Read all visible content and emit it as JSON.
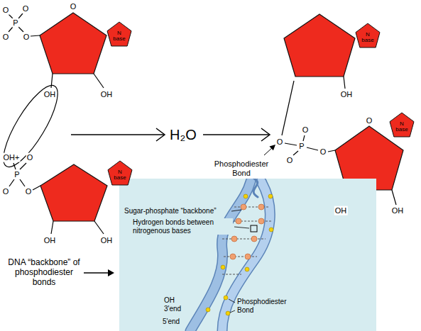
{
  "diagram": {
    "nodes": [
      {
        "text": [
          "N base"
        ]
      },
      {
        "text": [
          "N base"
        ]
      },
      {
        "text": [
          "N base"
        ]
      },
      {
        "text": [
          "N base"
        ]
      },
      {
        "text": [
          "Sugar-phosphate “backbone”",
          "Hydrogen bonds between nitrogenous bases",
          "OH 3'end",
          "5'end",
          "Phosphodiester Bond"
        ]
      }
    ],
    "labels": [
      "O",
      "O",
      "O",
      "P",
      "O",
      "O",
      "OH",
      "OH",
      "OH+",
      "O",
      "P",
      "O",
      "O",
      "OH",
      "OH",
      "H₂O",
      "OH",
      "O",
      "O",
      "P",
      "O",
      "O",
      "O",
      "OH",
      "OH",
      "Phosphodiester Bond",
      "DNA “backbone” of phosphodiester bonds"
    ]
  }
}
